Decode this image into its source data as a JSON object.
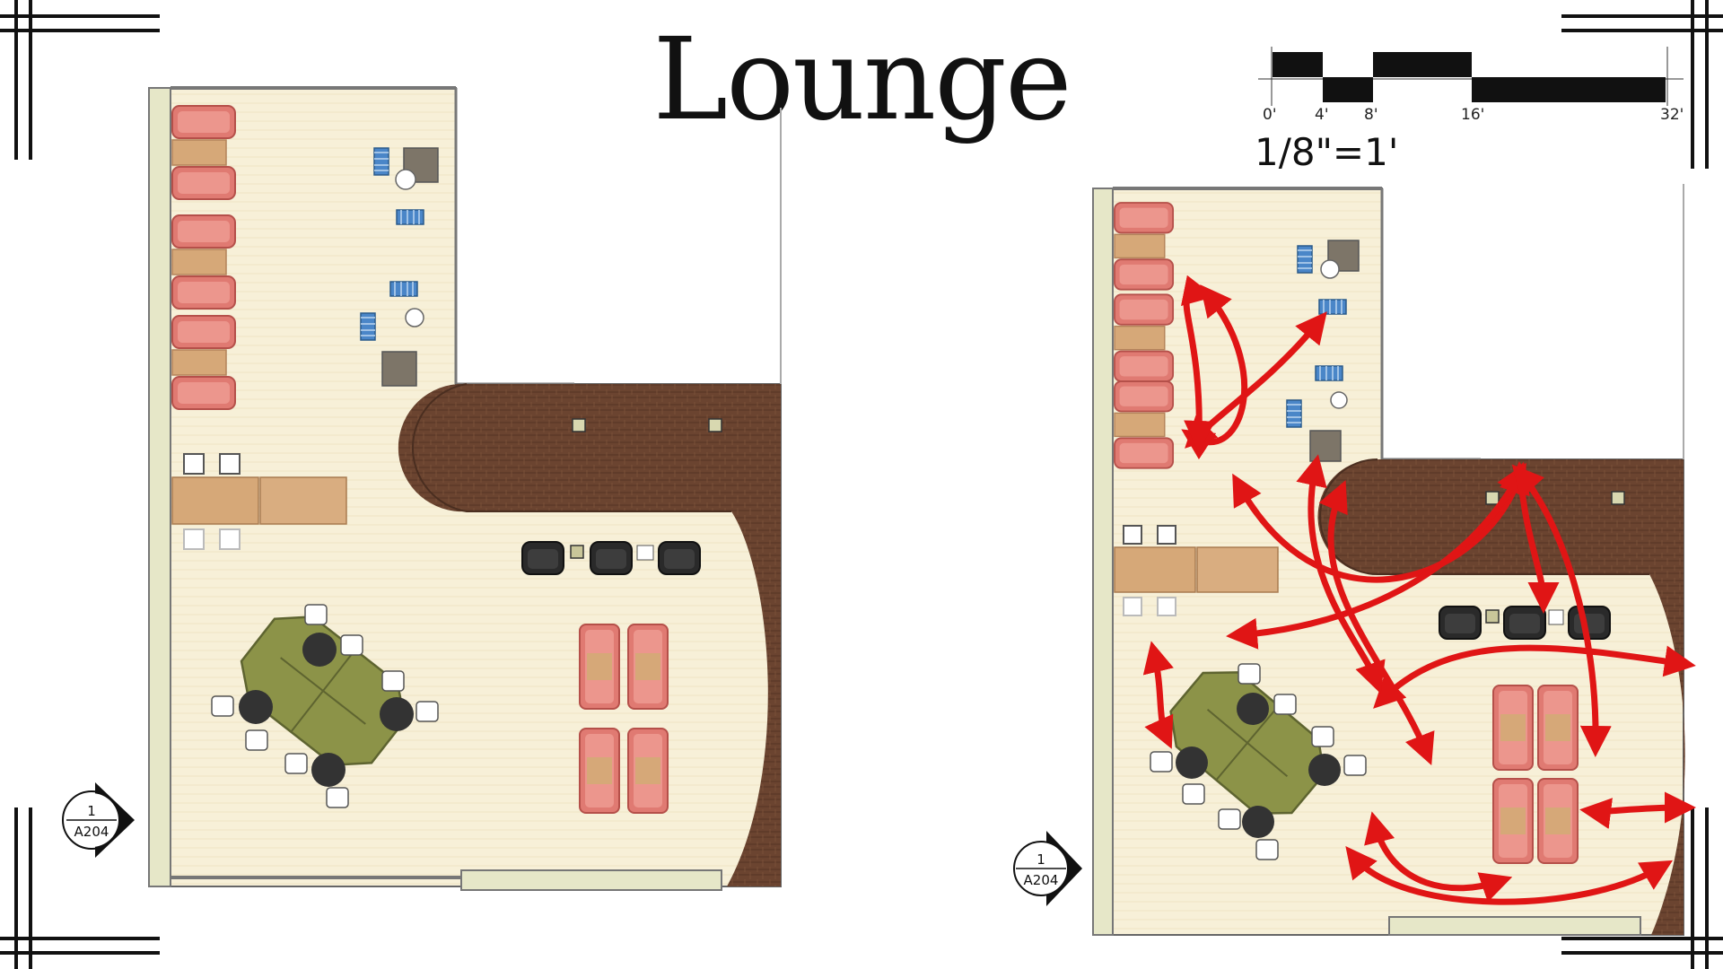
{
  "title": "Lounge",
  "scale": {
    "note": "1/8\"=1'",
    "ticks": [
      "0'",
      "4'",
      "8'",
      "16'",
      "32'"
    ]
  },
  "plans": [
    {
      "id": "existing-plan",
      "marker": {
        "number": "1",
        "sheet": "A204"
      }
    },
    {
      "id": "circulation-plan",
      "marker": {
        "number": "1",
        "sheet": "A204"
      }
    }
  ],
  "colors": {
    "floor": "#f7f0d8",
    "wood": "#6b4430",
    "sofa": "#e07a72",
    "table_wood": "#d6a878",
    "olive": "#8c9348",
    "circulation_arrows": "#e01515"
  }
}
